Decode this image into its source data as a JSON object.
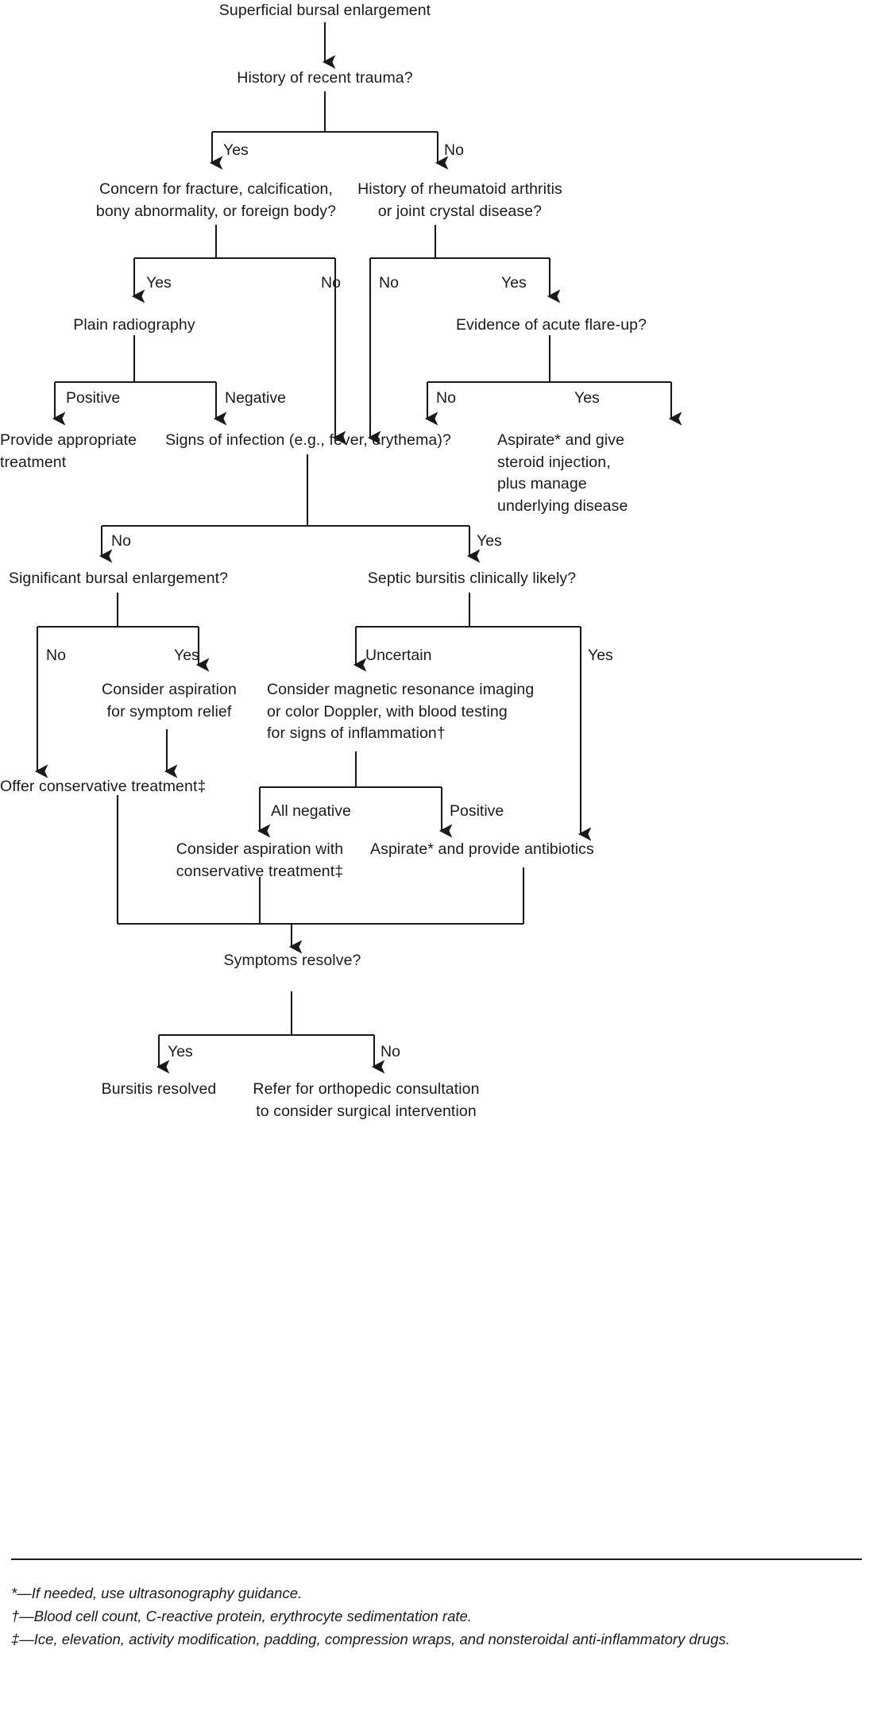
{
  "diagram": {
    "type": "flowchart",
    "title": "Superficial bursal enlargement clinical decision algorithm",
    "nodes": [
      {
        "id": "start",
        "label": "Superficial bursal enlargement"
      },
      {
        "id": "trauma",
        "label": "History of recent trauma?"
      },
      {
        "id": "fracture",
        "label": "Concern for fracture, calcification,\nbony abnormality, or foreign body?"
      },
      {
        "id": "ra",
        "label": "History of rheumatoid arthritis\nor joint crystal disease?"
      },
      {
        "id": "radiography",
        "label": "Plain radiography"
      },
      {
        "id": "flare",
        "label": "Evidence of acute flare-up?"
      },
      {
        "id": "provide",
        "label": "Provide appropriate\ntreatment"
      },
      {
        "id": "infection",
        "label": "Signs of infection (e.g., fever, erythema)?"
      },
      {
        "id": "aspirate_steroid",
        "label": "Aspirate* and give\nsteroid injection,\nplus manage\nunderlying disease"
      },
      {
        "id": "significant",
        "label": "Significant bursal enlargement?"
      },
      {
        "id": "septic",
        "label": "Septic bursitis clinically likely?"
      },
      {
        "id": "consider_asp",
        "label": "Consider aspiration\nfor symptom relief"
      },
      {
        "id": "mri",
        "label": "Consider magnetic resonance imaging\nor color Doppler, with blood testing\nfor signs of inflammation†"
      },
      {
        "id": "offer_cons",
        "label": "Offer conservative treatment‡"
      },
      {
        "id": "consider_asp_cons",
        "label": "Consider aspiration with\nconservative treatment‡"
      },
      {
        "id": "aspirate_abx",
        "label": "Aspirate* and provide antibiotics"
      },
      {
        "id": "symptoms",
        "label": "Symptoms resolve?"
      },
      {
        "id": "resolved",
        "label": "Bursitis resolved"
      },
      {
        "id": "refer",
        "label": "Refer for orthopedic consultation\nto consider surgical intervention"
      }
    ],
    "edge_labels": [
      {
        "id": "trauma-yes",
        "label": "Yes"
      },
      {
        "id": "trauma-no",
        "label": "No"
      },
      {
        "id": "fracture-yes",
        "label": "Yes"
      },
      {
        "id": "fracture-no",
        "label": "No"
      },
      {
        "id": "ra-no",
        "label": "No"
      },
      {
        "id": "ra-yes",
        "label": "Yes"
      },
      {
        "id": "radiography-positive",
        "label": "Positive"
      },
      {
        "id": "radiography-negative",
        "label": "Negative"
      },
      {
        "id": "flare-no",
        "label": "No"
      },
      {
        "id": "flare-yes",
        "label": "Yes"
      },
      {
        "id": "infection-no",
        "label": "No"
      },
      {
        "id": "infection-yes",
        "label": "Yes"
      },
      {
        "id": "significant-no",
        "label": "No"
      },
      {
        "id": "significant-yes",
        "label": "Yes"
      },
      {
        "id": "septic-uncertain",
        "label": "Uncertain"
      },
      {
        "id": "septic-yes",
        "label": "Yes"
      },
      {
        "id": "mri-allneg",
        "label": "All negative"
      },
      {
        "id": "mri-positive",
        "label": "Positive"
      },
      {
        "id": "symptoms-yes",
        "label": "Yes"
      },
      {
        "id": "symptoms-no",
        "label": "No"
      }
    ],
    "footnotes": [
      "*—If needed, use ultrasonography guidance.",
      "†—Blood cell count, C-reactive protein, erythrocyte sedimentation rate.",
      "‡—Ice, elevation, activity modification, padding, compression wraps, and nonsteroidal anti-inflammatory drugs."
    ],
    "colors": {
      "line": "#1a1a1a",
      "text": "#1a1a1a",
      "background": "#ffffff"
    }
  }
}
